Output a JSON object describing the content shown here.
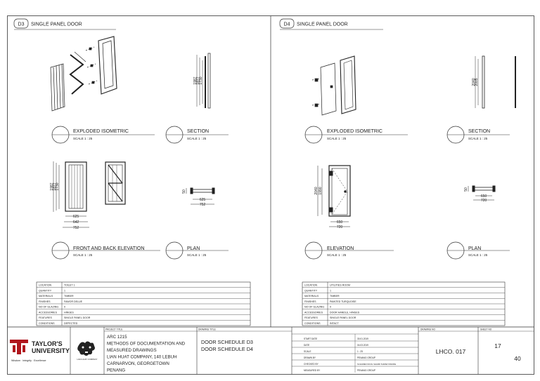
{
  "panels": [
    {
      "id": "D3",
      "title": "SINGLE PANEL DOOR",
      "views": [
        {
          "title": "EXPLODED ISOMETRIC",
          "scale": "SCALE 1 : 25"
        },
        {
          "title": "SECTION",
          "scale": "SCALE 1 : 25"
        },
        {
          "title": "FRONT AND BACK ELEVATION",
          "scale": "SCALE 1 : 25"
        },
        {
          "title": "PLAN",
          "scale": "SCALE 1 : 25"
        }
      ],
      "dims": {
        "section": [
          "1987",
          "1877",
          "1730"
        ],
        "elev_v": [
          "1987",
          "1877",
          "1730"
        ],
        "elev_h": [
          "625",
          "642",
          "752"
        ],
        "plan_v": "50",
        "plan_h": [
          "625",
          "752"
        ]
      },
      "specs": [
        {
          "label": "LOCATION",
          "value": "TOILET 1"
        },
        {
          "label": "QUANTITY",
          "value": "1"
        },
        {
          "label": "MATERIALS",
          "value": "TIMBER"
        },
        {
          "label": "FINISHES",
          "value": "FAWOR DELUE"
        },
        {
          "label": "NO OF GLAZING",
          "value": "0"
        },
        {
          "label": "ACCESSORIES",
          "value": "HINGES"
        },
        {
          "label": "FEATURES",
          "value": "SINGLE PANEL DOOR"
        },
        {
          "label": "CONDITIONS",
          "value": "DEFECTED"
        }
      ]
    },
    {
      "id": "D4",
      "title": "SINGLE PANEL DOOR",
      "views": [
        {
          "title": "EXPLODED ISOMETRIC",
          "scale": "SCALE 1 : 25"
        },
        {
          "title": "SECTION",
          "scale": "SCALE 1 : 25"
        },
        {
          "title": "ELEVATION",
          "scale": "SCALE 1 : 25"
        },
        {
          "title": "PLAN",
          "scale": "SCALE 1 : 25"
        }
      ],
      "dims": {
        "section": [
          "2040",
          "2005"
        ],
        "elev_v": [
          "2040",
          "1990"
        ],
        "elev_h": [
          "650",
          "720"
        ],
        "plan_v": "50",
        "plan_h": [
          "650",
          "720"
        ]
      },
      "specs": [
        {
          "label": "LOCATION",
          "value": "UTILITIES ROOM"
        },
        {
          "label": "QUANTITY",
          "value": "1"
        },
        {
          "label": "MATERIALS",
          "value": "TIMBER"
        },
        {
          "label": "FINISHES",
          "value": "PAINTED TURQUOISE"
        },
        {
          "label": "NO OF GLAZING",
          "value": "0"
        },
        {
          "label": "ACCESSORIES",
          "value": "DOOR HANDLE, HINGES"
        },
        {
          "label": "FEATURES",
          "value": "SINGLE PANEL DOOR"
        },
        {
          "label": "CONDITIONS",
          "value": "INTACT"
        }
      ]
    }
  ],
  "titleblock": {
    "university_line1": "TAYLOR'S",
    "university_line2": "UNIVERSITY",
    "university_tagline": "Wisdom · Integrity · Excellence",
    "company_logo_text": "LIAN HUAT COMPANY",
    "project_title_label": "PROJECT TITLE",
    "project_lines": [
      "ARC 1215",
      "METHODS OF DOCUMENTATION AND",
      "MEASURED DRAWINGS",
      "LIAN HUAT COMPANY, 140 LEBUH",
      "CARNARVON, GEORGETOWN",
      "PENANG"
    ],
    "drawing_title_label": "DRAWING TITLE",
    "drawing_title_lines": [
      "DOOR SCHEDULE D3",
      "DOOR SCHEDULE D4"
    ],
    "info": [
      {
        "label": "START DATE",
        "value": "30.01.2019"
      },
      {
        "label": "DATE",
        "value": "04.03.2019"
      },
      {
        "label": "SCALE",
        "value": "1 : 25"
      },
      {
        "label": "DRAWN BY",
        "value": "PENANG GROUP"
      },
      {
        "label": "CHECKED BY",
        "value": "SCHUMEN NICOL SHAFRI SUMAR FRANKE"
      },
      {
        "label": "MEASURED BY",
        "value": "PENANG GROUP"
      }
    ],
    "drawing_no_label": "DRAWING NO",
    "drawing_no": "LHCO. 017",
    "sheet_no_label": "SHEET NO",
    "sheet_no": "17",
    "sheet_total": "40"
  }
}
